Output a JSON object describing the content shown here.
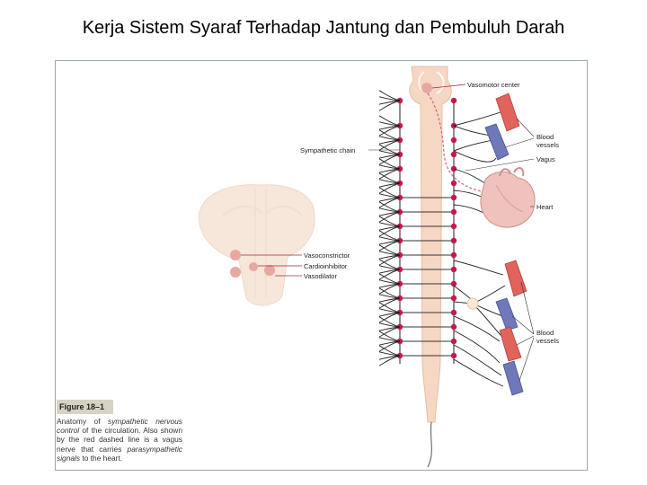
{
  "slide": {
    "title": "Kerja Sistem Syaraf Terhadap Jantung dan Pembuluh Darah"
  },
  "figure": {
    "label": "Figure 18–1",
    "caption_parts": [
      {
        "text": "Anatomy of ",
        "italic": false
      },
      {
        "text": "sympathetic nervous control",
        "italic": true
      },
      {
        "text": " of the circulation. Also shown by the red dashed line is a vagus nerve that carries ",
        "italic": false
      },
      {
        "text": "parasympathetic signals",
        "italic": true
      },
      {
        "text": " to the heart.",
        "italic": false
      }
    ],
    "labels": {
      "vasomotor_center": "Vasomotor center",
      "sympathetic_chain": "Sympathetic chain",
      "blood_vessels_top": "Blood\nvessels",
      "vagus": "Vagus",
      "heart": "Heart",
      "vasoconstrictor": "Vasoconstrictor",
      "cardioinhibitor": "Cardioinhibitor",
      "vasodilator": "Vasodilator",
      "blood_vessels_bottom": "Blood\nvessels"
    },
    "colors": {
      "ganglion": "#c8174f",
      "spinal_cord": "#f6d7c4",
      "artery": "#e0635c",
      "vein": "#6f78b8",
      "heart": "#efc2bd",
      "vagus_dashed": "#e06a7a"
    }
  }
}
